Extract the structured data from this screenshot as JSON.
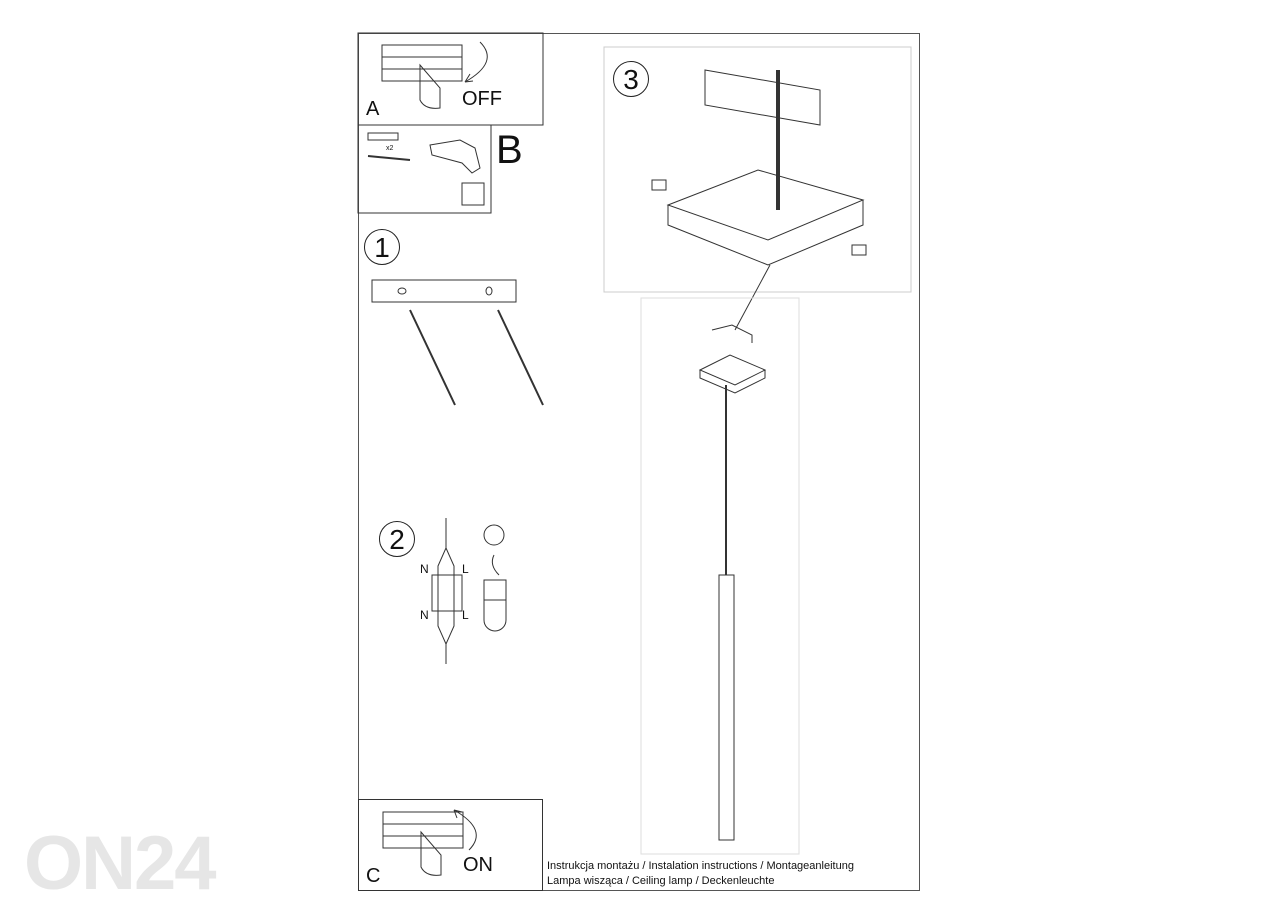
{
  "step_a": {
    "label": "A",
    "action": "OFF"
  },
  "step_b": {
    "label": "B",
    "quantity": "x2"
  },
  "step_1": {
    "number": "1"
  },
  "step_2": {
    "number": "2",
    "wire_labels": [
      "N",
      "L",
      "N",
      "L"
    ]
  },
  "step_3": {
    "number": "3"
  },
  "step_c": {
    "label": "C",
    "action": "ON"
  },
  "footer": {
    "line1": "Instrukcja montażu / Instalation instructions / Montageanleitung",
    "line2": "Lampa wisząca / Ceiling lamp / Deckenleuchte"
  },
  "watermark": "ON24"
}
